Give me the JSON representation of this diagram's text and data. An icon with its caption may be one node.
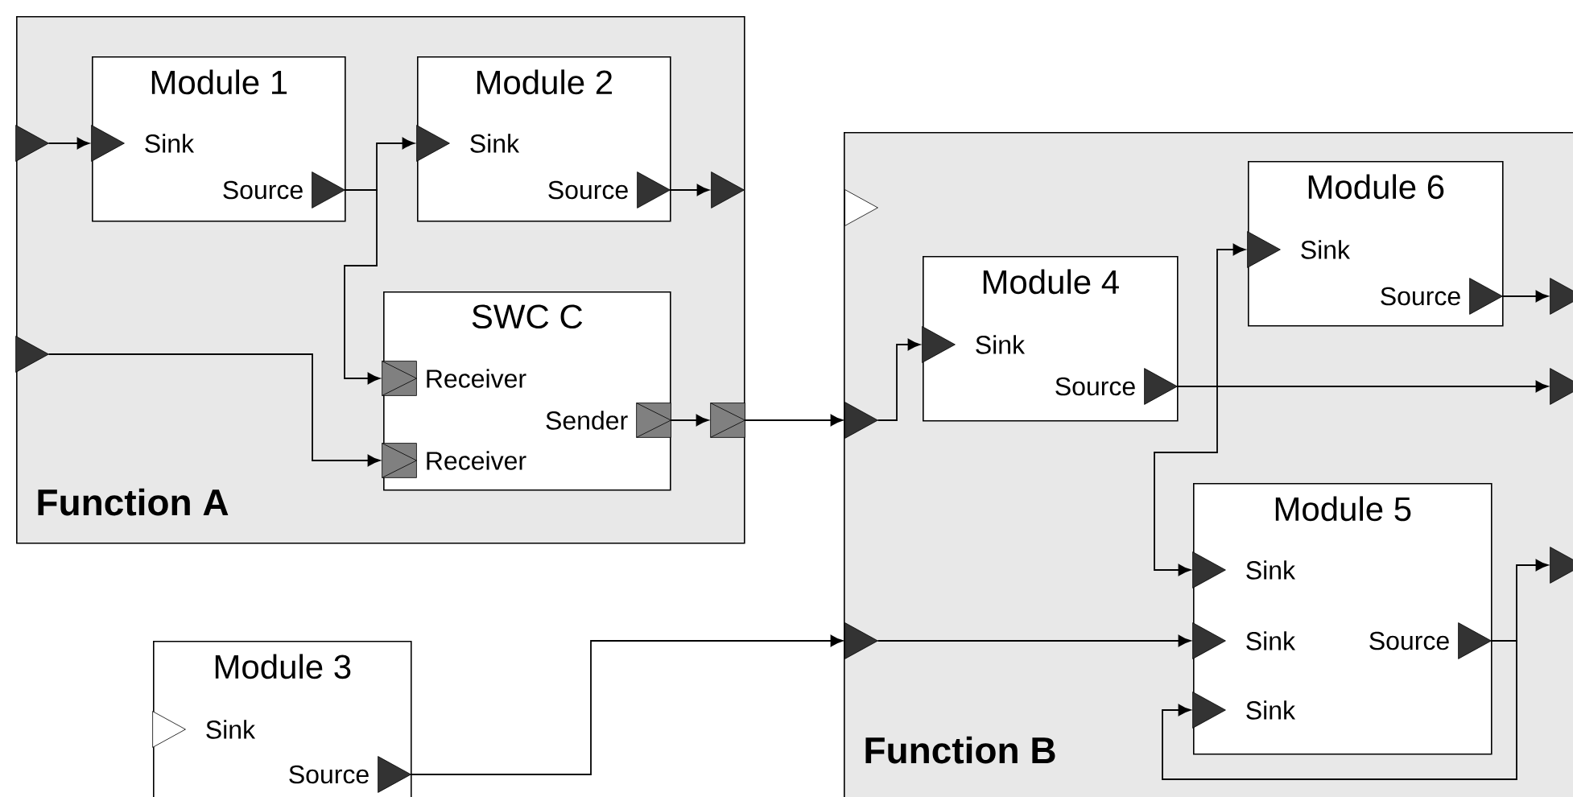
{
  "diagram": {
    "nodes": [
      {
        "text": [
          "Function A"
        ]
      },
      {
        "text": [
          "Module 1"
        ],
        "in": 0
      },
      {
        "text": [
          "Sink"
        ],
        "in": 1
      },
      {
        "text": [
          "Source"
        ],
        "in": 1
      },
      {
        "text": [
          "Module 2"
        ],
        "in": 0
      },
      {
        "text": [
          "Sink"
        ],
        "in": 4
      },
      {
        "text": [
          "Source"
        ],
        "in": 4
      },
      {
        "text": [
          "SWC C"
        ],
        "in": 0
      },
      {
        "text": [
          "Receiver"
        ],
        "in": 7
      },
      {
        "text": [
          "Sender"
        ],
        "in": 7
      },
      {
        "text": [
          "Receiver"
        ],
        "in": 7
      },
      {
        "text": [],
        "shape": "triangle",
        "in": 0
      },
      {
        "text": [],
        "shape": "triangle",
        "in": 0
      },
      {
        "text": [],
        "shape": "triangle",
        "in": 0
      },
      {
        "text": [],
        "shape": "box",
        "in": 0
      },
      {
        "text": [
          "Function B"
        ]
      },
      {
        "text": [],
        "shape": "triangle",
        "in": 15
      },
      {
        "text": [],
        "shape": "triangle",
        "in": 15
      },
      {
        "text": [],
        "shape": "triangle",
        "in": 15
      },
      {
        "text": [
          "Module 4"
        ],
        "in": 15
      },
      {
        "text": [
          "Sink"
        ],
        "in": 19
      },
      {
        "text": [
          "Source"
        ],
        "in": 19
      },
      {
        "text": [
          "Module 6"
        ],
        "in": 15
      },
      {
        "text": [
          "Sink"
        ],
        "in": 22
      },
      {
        "text": [
          "Source"
        ],
        "in": 22
      },
      {
        "text": [
          "Module 5"
        ],
        "in": 15
      },
      {
        "text": [
          "Sink"
        ],
        "in": 25
      },
      {
        "text": [
          "Sink"
        ],
        "in": 25
      },
      {
        "text": [
          "Source"
        ],
        "in": 25
      },
      {
        "text": [
          "Sink"
        ],
        "in": 25
      },
      {
        "text": [],
        "shape": "triangle",
        "in": 15
      },
      {
        "text": [],
        "shape": "triangle",
        "in": 15
      },
      {
        "text": [],
        "shape": "triangle",
        "in": 15
      },
      {
        "text": [
          "Module 3"
        ]
      },
      {
        "text": [
          "Sink"
        ],
        "in": 33
      },
      {
        "text": [
          "Source"
        ],
        "in": 33
      }
    ],
    "edges": [
      {
        "from": 11,
        "to": 2,
        "arrow": "to"
      },
      {
        "from": 3,
        "to": 5,
        "arrow": "to"
      },
      {
        "from": 3,
        "to": 8,
        "arrow": "to"
      },
      {
        "from": 6,
        "to": 13,
        "arrow": "to"
      },
      {
        "from": 12,
        "to": 10,
        "arrow": "to"
      },
      {
        "from": 9,
        "to": 14,
        "arrow": "to"
      },
      {
        "from": 14,
        "to": 17,
        "arrow": "to"
      },
      {
        "from": 17,
        "to": 20,
        "arrow": "to"
      },
      {
        "from": 21,
        "to": 31,
        "arrow": "to"
      },
      {
        "from": 21,
        "to": 23,
        "arrow": "to"
      },
      {
        "from": 21,
        "to": 26,
        "arrow": "to"
      },
      {
        "from": 24,
        "to": 30,
        "arrow": "to"
      },
      {
        "from": 35,
        "to": 18,
        "arrow": "to"
      },
      {
        "from": 18,
        "to": 27,
        "arrow": "to"
      },
      {
        "from": 28,
        "to": 32,
        "arrow": "to"
      },
      {
        "from": 28,
        "to": 29,
        "arrow": "to"
      }
    ]
  }
}
